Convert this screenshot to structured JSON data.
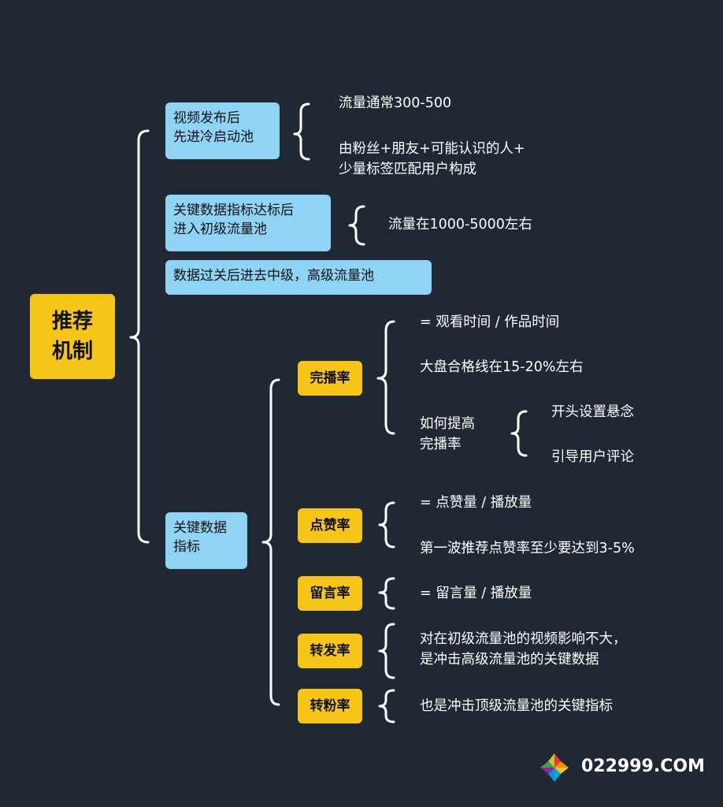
{
  "root": {
    "label": "推荐\n机制"
  },
  "branches": {
    "cold_pool": {
      "label": "视频发布后\n先进冷启动池",
      "items": [
        "流量通常300-500",
        "由粉丝+朋友+可能认识的人+\n少量标签匹配用户构成"
      ]
    },
    "primary_pool": {
      "label": "关键数据指标达标后\n进入初级流量池",
      "items": [
        "流量在1000-5000左右"
      ]
    },
    "advanced_pool": {
      "label": "数据过关后进去中级，高级流量池"
    },
    "key_metrics": {
      "label": "关键数据\n指标",
      "metrics": [
        {
          "label": "完播率",
          "items": [
            "= 观看时间 / 作品时间",
            "大盘合格线在15-20%左右"
          ],
          "sub": {
            "label": "如何提高\n完播率",
            "items": [
              "开头设置悬念",
              "引导用户评论"
            ]
          }
        },
        {
          "label": "点赞率",
          "items": [
            "= 点赞量 / 播放量",
            "第一波推荐点赞率至少要达到3-5%"
          ]
        },
        {
          "label": "留言率",
          "items": [
            "= 留言量 / 播放量"
          ]
        },
        {
          "label": "转发率",
          "items": [
            "对在初级流量池的视频影响不大，\n是冲击高级流量池的关键数据"
          ]
        },
        {
          "label": "转粉率",
          "items": [
            "也是冲击顶级流量池的关键指标"
          ]
        }
      ]
    }
  },
  "watermark": {
    "text": "022999.COM",
    "icon": "pinwheel-logo-icon"
  },
  "colors": {
    "background": "#1f2833",
    "blue_node": "#8fd3f5",
    "yellow_node": "#f5c518",
    "line": "#ffffff"
  }
}
